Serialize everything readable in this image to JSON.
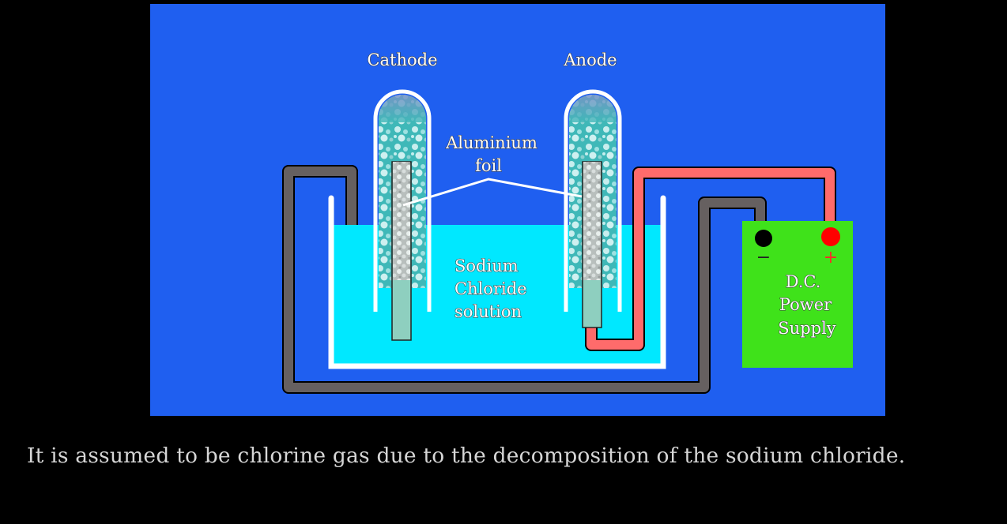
{
  "diagram": {
    "labels": {
      "cathode": "Cathode",
      "anode": "Anode",
      "foil_line1": "Aluminium",
      "foil_line2": "foil",
      "solution_line1": "Sodium",
      "solution_line2": "Chloride",
      "solution_line3": "solution",
      "power_line1": "D.C.",
      "power_line2": "Power",
      "power_line3": "Supply",
      "negative": "−",
      "positive": "+"
    },
    "colors": {
      "background": "#1f5ff0",
      "solution": "#00e8ff",
      "power_supply": "#3fe21a",
      "negative_wire": "#666060",
      "positive_wire": "#ff6b6b",
      "negative_terminal": "#000000",
      "positive_terminal": "#ff0000"
    }
  },
  "caption": "It is assumed to be chlorine gas due to the decomposition of the sodium chloride."
}
